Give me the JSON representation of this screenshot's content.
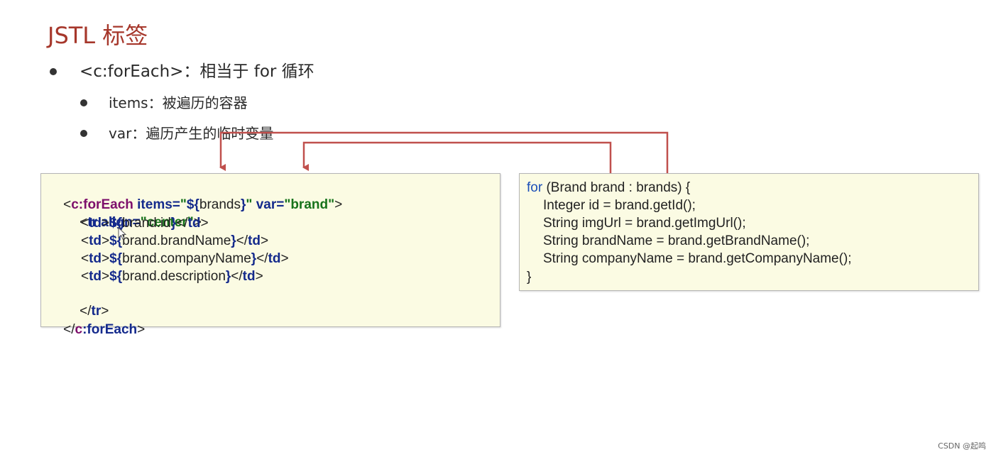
{
  "slide": {
    "title": "JSTL 标签",
    "bullets": [
      {
        "text": "<c:forEach>：相当于 for 循环"
      },
      {
        "text": "items：被遍历的容器"
      },
      {
        "text": "var：遍历产生的临时变量"
      }
    ]
  },
  "jsp_code": {
    "line1": {
      "lt": "<",
      "tag": "c:forEach",
      "sp": " ",
      "attr1": "items=",
      "q1": "\"",
      "el_open": "${",
      "val1": "brands",
      "el_close": "}",
      "q2": "\"",
      "sp2": " ",
      "attr2": "var=",
      "val2": "\"brand\"",
      "gt": ">"
    },
    "line2": {
      "lt": "<",
      "tag": "tr",
      "sp": " ",
      "attr": "align=",
      "val": "\"center\"",
      "gt": ">"
    },
    "rows": [
      {
        "open": "td",
        "el_open": "${",
        "expr": "brand.id",
        "el_close": "}",
        "close": "td"
      },
      {
        "open": "td",
        "el_open": "${",
        "expr": "brand.brandName",
        "el_close": "}",
        "close": "td"
      },
      {
        "open": "td",
        "el_open": "${",
        "expr": "brand.companyName",
        "el_close": "}",
        "close": "td"
      },
      {
        "open": "td",
        "el_open": "${",
        "expr": "brand.description",
        "el_close": "}",
        "close": "td"
      }
    ],
    "line7": {
      "lt": "</",
      "tag": "tr",
      "gt": ">"
    },
    "line8": {
      "lt": "</",
      "tag_prefix": "c",
      "tag_rest": ":forEach",
      "gt": ">"
    }
  },
  "java_code": {
    "line1_kw": "for",
    "line1_rest": " (Brand brand : brands) {",
    "lines": [
      "Integer id = brand.getId();",
      "String imgUrl = brand.getImgUrl();",
      "String brandName = brand.getBrandName();",
      "String companyName = brand.getCompanyName();"
    ],
    "close": "}"
  },
  "colors": {
    "title": "#a6372b",
    "arrow": "#c0504d",
    "code_bg": "#fbfbe3",
    "tag_purple": "#7d0f6b",
    "attr_navy": "#142a8c",
    "value_green": "#17731b"
  },
  "watermark": "CSDN @起鸣"
}
